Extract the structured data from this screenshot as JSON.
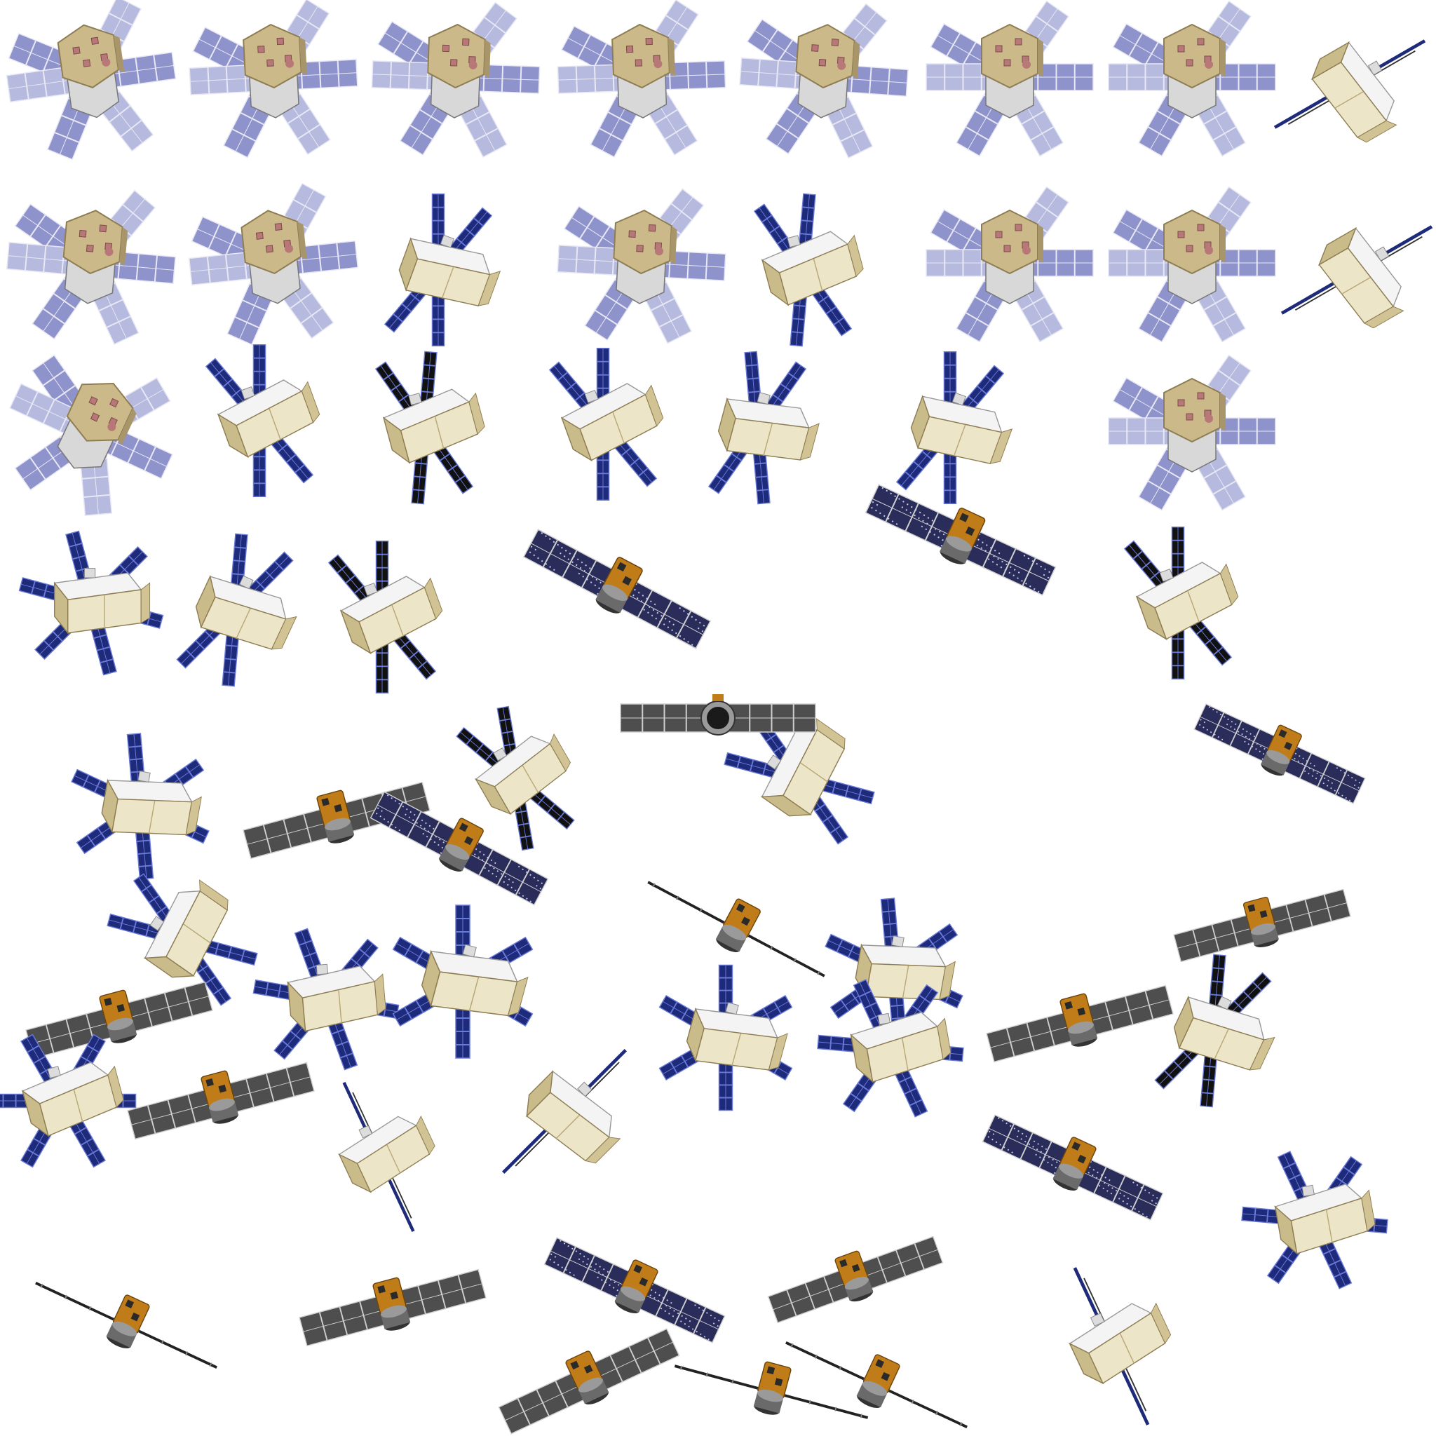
{
  "sheet": {
    "background": "#ffffff",
    "models": {
      "hex-bus-light-panels": {
        "body": "#cbb98a",
        "body_shade": "#a8966a",
        "body_dark": "#8e7d52",
        "side": "#d8d8d8",
        "patch": "#b87878",
        "panel": "#8f93cc",
        "panel_light": "#b6badf",
        "grid": "#e8e8f4"
      },
      "box-bus-dark-panels": {
        "body": "#ece5c8",
        "body_shade": "#c9bb8a",
        "foil": "#f4f4f4",
        "panel": "#1e2a7a",
        "panel_black": "#111111",
        "grid": "#6a7ad8"
      },
      "cylinder-bus-gray-panels": {
        "body": "#6a6a6a",
        "body_light": "#9a9a9a",
        "orange": "#c07c18",
        "panel": "#4e4e4e",
        "panel_speckled": "#2a2c5a",
        "speckle": "#c8c8e8",
        "grid": "#cfcfcf"
      }
    },
    "sprites": [
      {
        "model": "hex-bus-light-panels",
        "view": "top-six-wing",
        "angle": -8
      },
      {
        "model": "hex-bus-light-panels",
        "view": "top-six-wing",
        "angle": -3
      },
      {
        "model": "hex-bus-light-panels",
        "view": "top-six-wing",
        "angle": 2
      },
      {
        "model": "hex-bus-light-panels",
        "view": "top-six-wing",
        "angle": -2
      },
      {
        "model": "hex-bus-light-panels",
        "view": "top-six-wing",
        "angle": 4
      },
      {
        "model": "hex-bus-light-panels",
        "view": "top-six-wing",
        "angle": 0
      },
      {
        "model": "hex-bus-light-panels",
        "view": "top-six-wing",
        "angle": 0
      },
      {
        "model": "box-bus-dark-panels",
        "view": "edge-on",
        "angle": 60
      },
      {
        "model": "hex-bus-light-panels",
        "view": "top-six-wing",
        "angle": 5
      },
      {
        "model": "hex-bus-light-panels",
        "view": "top-six-wing",
        "angle": -6
      },
      {
        "model": "box-bus-dark-panels",
        "view": "oblique",
        "angle": 20
      },
      {
        "model": "hex-bus-light-panels",
        "view": "top-six-wing",
        "angle": 3
      },
      {
        "model": "box-bus-dark-panels",
        "view": "oblique",
        "angle": -15
      },
      {
        "model": "hex-bus-light-panels",
        "view": "top-six-wing",
        "angle": 0
      },
      {
        "model": "hex-bus-light-panels",
        "view": "top-six-wing",
        "angle": 0
      },
      {
        "model": "box-bus-dark-panels",
        "view": "edge-on",
        "angle": 60
      },
      {
        "model": "hex-bus-light-panels",
        "view": "top-six-wing",
        "angle": 25
      },
      {
        "model": "box-bus-dark-panels",
        "view": "oblique",
        "angle": -20
      },
      {
        "model": "box-bus-dark-panels",
        "view": "oblique-black",
        "angle": -15
      },
      {
        "model": "box-bus-dark-panels",
        "view": "oblique",
        "angle": -20
      },
      {
        "model": "box-bus-dark-panels",
        "view": "oblique",
        "angle": 15
      },
      {
        "model": "box-bus-dark-panels",
        "view": "oblique",
        "angle": 20
      },
      {
        "model": "hex-bus-light-panels",
        "view": "top-six-wing",
        "angle": 0
      },
      {
        "model": "box-bus-dark-panels",
        "view": "star-front",
        "angle": 0
      },
      {
        "model": "box-bus-dark-panels",
        "view": "oblique",
        "angle": 25
      },
      {
        "model": "box-bus-dark-panels",
        "view": "oblique-black",
        "angle": -20
      },
      {
        "model": "cylinder-bus-gray-panels",
        "view": "wing-speckled",
        "angle": 28
      },
      {
        "model": "cylinder-bus-gray-panels",
        "view": "wing-speckled",
        "angle": 25
      },
      {
        "model": "box-bus-dark-panels",
        "view": "oblique-black",
        "angle": -20
      },
      {
        "model": "box-bus-dark-panels",
        "view": "star-front",
        "angle": 10
      },
      {
        "model": "cylinder-bus-gray-panels",
        "view": "wing-gray",
        "angle": -15
      },
      {
        "model": "box-bus-dark-panels",
        "view": "oblique-black",
        "angle": -30
      },
      {
        "model": "box-bus-dark-panels",
        "view": "oblique",
        "angle": -55
      },
      {
        "model": "cylinder-bus-gray-panels",
        "view": "wing-speckled",
        "angle": 25
      },
      {
        "model": "box-bus-dark-panels",
        "view": "oblique",
        "angle": -55
      },
      {
        "model": "cylinder-bus-gray-panels",
        "view": "wing-gray",
        "angle": -15
      },
      {
        "model": "cylinder-bus-gray-panels",
        "view": "wing-speckled",
        "angle": 28
      },
      {
        "model": "cylinder-bus-gray-panels",
        "view": "wing-thin",
        "angle": 28
      },
      {
        "model": "cylinder-bus-gray-panels",
        "view": "wing-gray",
        "angle": -15
      },
      {
        "model": "box-bus-dark-panels",
        "view": "star-front",
        "angle": -5
      },
      {
        "model": "box-bus-dark-panels",
        "view": "star-front",
        "angle": 15
      },
      {
        "model": "box-bus-dark-panels",
        "view": "star-front",
        "angle": 10
      },
      {
        "model": "cylinder-bus-gray-panels",
        "view": "wing-gray",
        "angle": -15
      },
      {
        "model": "box-bus-dark-panels",
        "view": "oblique-black",
        "angle": 25
      },
      {
        "model": "box-bus-dark-panels",
        "view": "star-front",
        "angle": 15
      },
      {
        "model": "box-bus-dark-panels",
        "view": "star-front",
        "angle": -15
      },
      {
        "model": "cylinder-bus-gray-panels",
        "view": "wing-gray",
        "angle": -15
      },
      {
        "model": "box-bus-dark-panels",
        "view": "edge-on",
        "angle": -25
      },
      {
        "model": "box-bus-dark-panels",
        "view": "edge-on",
        "angle": 45
      },
      {
        "model": "box-bus-dark-panels",
        "view": "star-front",
        "angle": -10
      },
      {
        "model": "cylinder-bus-gray-panels",
        "view": "wing-speckled",
        "angle": 25
      },
      {
        "model": "box-bus-dark-panels",
        "view": "star-front",
        "angle": -10
      },
      {
        "model": "cylinder-bus-gray-panels",
        "view": "wing-thin",
        "angle": 25
      },
      {
        "model": "cylinder-bus-gray-panels",
        "view": "wing-gray",
        "angle": -15
      },
      {
        "model": "cylinder-bus-gray-panels",
        "view": "wing-speckled",
        "angle": 25
      },
      {
        "model": "cylinder-bus-gray-panels",
        "view": "wing-gray",
        "angle": -20
      },
      {
        "model": "cylinder-bus-gray-panels",
        "view": "wing-thin",
        "angle": 25
      },
      {
        "model": "box-bus-dark-panels",
        "view": "edge-on",
        "angle": -25
      },
      {
        "model": "cylinder-bus-gray-panels",
        "view": "wing-gray",
        "angle": -25
      },
      {
        "model": "cylinder-bus-gray-panels",
        "view": "wing-thin",
        "angle": 15
      },
      {
        "model": "cylinder-bus-gray-panels",
        "view": "wing-gray-front",
        "angle": 0
      }
    ]
  }
}
